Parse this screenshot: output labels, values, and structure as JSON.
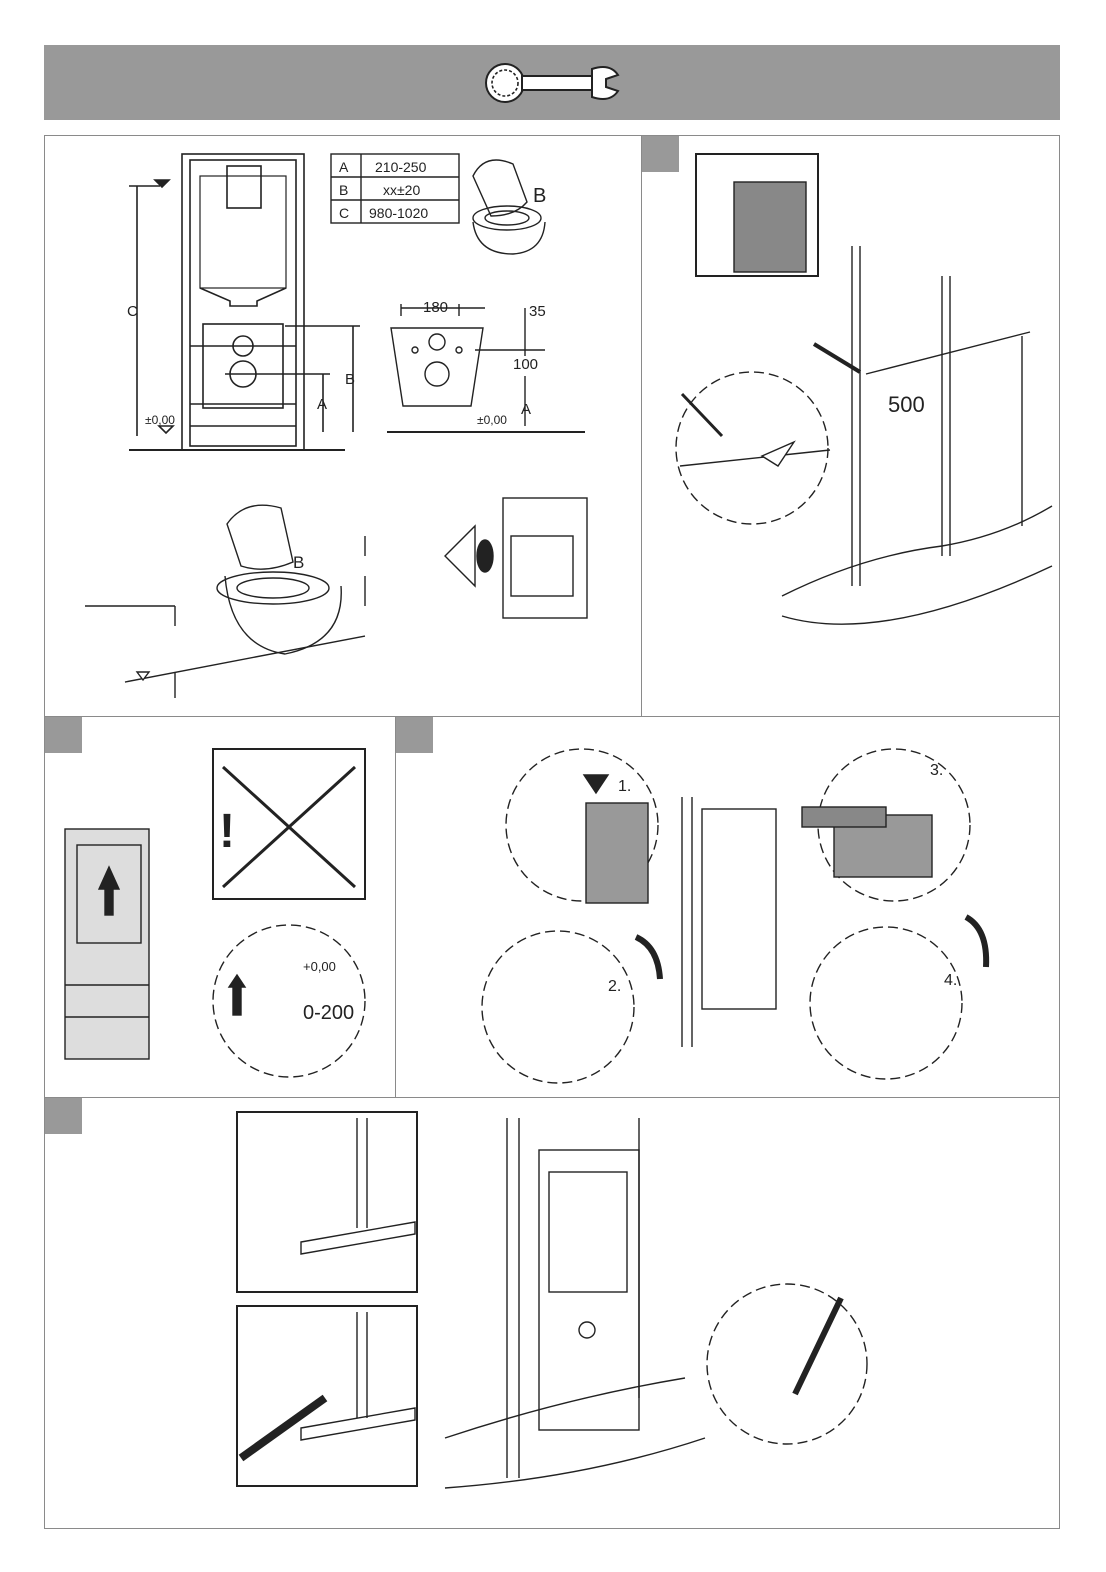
{
  "header": {
    "icon": "wrench-icon",
    "color": "#999999"
  },
  "dimensions_table": [
    {
      "key": "A",
      "value": "210-250"
    },
    {
      "key": "B",
      "value": "xx±20"
    },
    {
      "key": "C",
      "value": "980-1020"
    }
  ],
  "labels": {
    "side_c": "C",
    "side_b": "B",
    "side_a": "A",
    "level_zero_left": "±0,00",
    "level_zero_right": "±0,00",
    "dim_180": "180",
    "dim_35": "35",
    "dim_100": "100",
    "dim_a_right": "A",
    "toilet_b": "B",
    "seat_b": "B",
    "dim_500": "500",
    "level_plus": "+0,00",
    "range_0_200": "0-200",
    "step1": "1.",
    "step2": "2.",
    "step3": "3.",
    "step4": "4.",
    "warning": "!"
  }
}
